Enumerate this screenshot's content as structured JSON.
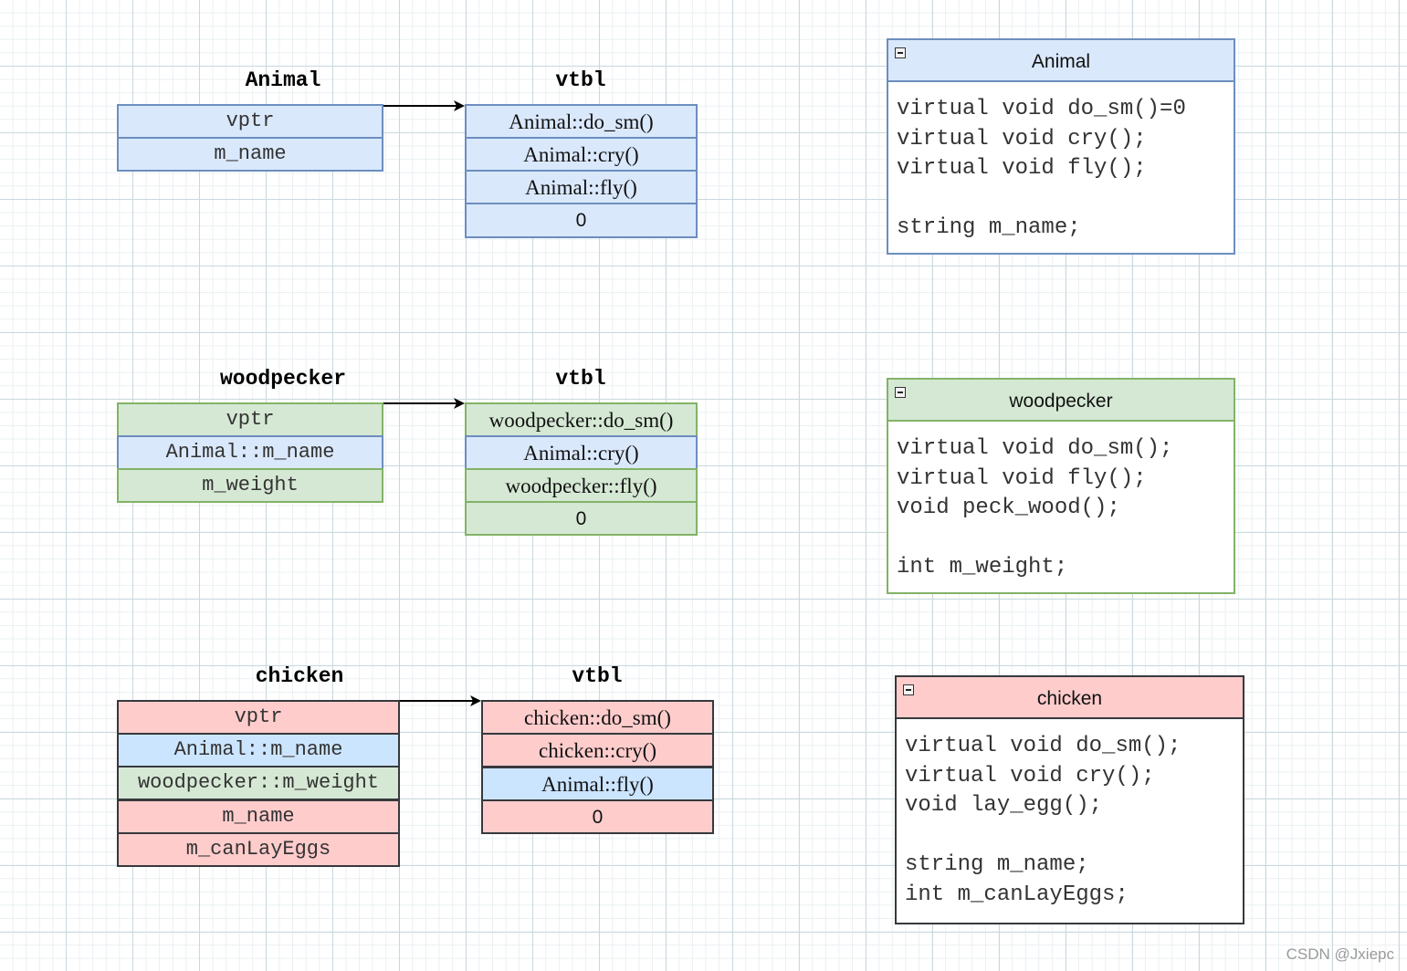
{
  "animal": {
    "title": "Animal",
    "members": [
      "vptr",
      "m_name"
    ],
    "vtbl_title": "vtbl",
    "vtbl": [
      "Animal::do_sm()",
      "Animal::cry()",
      "Animal::fly()",
      "0"
    ],
    "class_name": "Animal",
    "class_body": [
      "virtual void do_sm()=0",
      "virtual void cry();",
      "virtual void fly();",
      "",
      "string m_name;"
    ]
  },
  "woodpecker": {
    "title": "woodpecker",
    "members": [
      "vptr",
      "Animal::m_name",
      "m_weight"
    ],
    "vtbl_title": "vtbl",
    "vtbl": [
      "woodpecker::do_sm()",
      "Animal::cry()",
      "woodpecker::fly()",
      "0"
    ],
    "class_name": "woodpecker",
    "class_body": [
      "virtual void do_sm();",
      "virtual void fly();",
      "void peck_wood();",
      "",
      "int m_weight;"
    ]
  },
  "chicken": {
    "title": "chicken",
    "members": [
      "vptr",
      "Animal::m_name",
      "woodpecker::m_weight",
      "m_name",
      "m_canLayEggs"
    ],
    "vtbl_title": "vtbl",
    "vtbl": [
      "chicken::do_sm()",
      "chicken::cry()",
      "Animal::fly()",
      "0"
    ],
    "class_name": "chicken",
    "class_body": [
      "virtual void do_sm();",
      "virtual void cry();",
      "void lay_egg();",
      "",
      "string m_name;",
      "int m_canLayEggs;"
    ]
  },
  "colors": {
    "blue_fill": "#dae8fc",
    "blue_stroke": "#6c8ebf",
    "green_fill": "#d5e8d4",
    "green_stroke": "#82b366",
    "red_fill": "#ffcccc",
    "dark_stroke": "#36393d",
    "light_blue_fill": "#cce5ff"
  },
  "watermark": "CSDN @Jxiepc"
}
